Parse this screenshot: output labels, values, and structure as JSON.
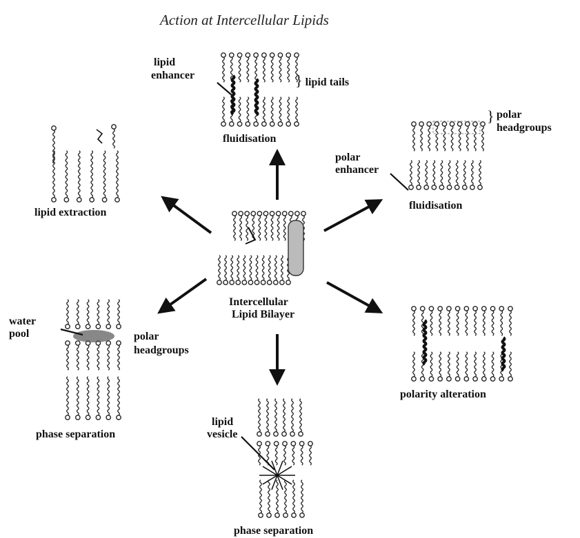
{
  "title": "Action at Intercellular Lipids",
  "center": {
    "line1": "Intercellular",
    "line2": "Lipid Bilayer"
  },
  "top": {
    "lipid1": "lipid",
    "lipid2": "enhancer",
    "tails": "lipid tails",
    "caption": "fluidisation"
  },
  "upper_right": {
    "polar1": "polar",
    "polar2": "headgroups",
    "enh1": "polar",
    "enh2": "enhancer",
    "caption": "fluidisation"
  },
  "upper_left": {
    "caption": "lipid extraction"
  },
  "lower_left": {
    "water1": "water",
    "water2": "pool",
    "polar1": "polar",
    "polar2": "headgroups",
    "caption": "phase separation"
  },
  "lower_right": {
    "caption": "polarity alteration"
  },
  "bottom": {
    "ves1": "lipid",
    "ves2": "vesicle",
    "caption": "phase separation"
  }
}
